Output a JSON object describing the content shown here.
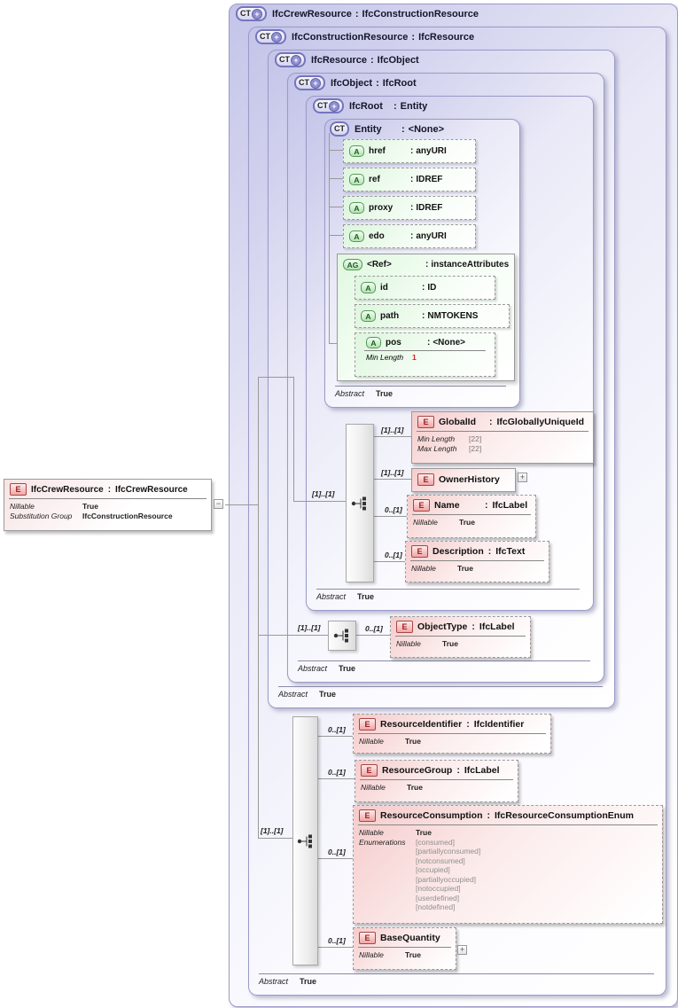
{
  "ui": {
    "colon": ":",
    "collapse": "−",
    "expand": "+"
  },
  "palette": {
    "box_purple": "#c4c4e9",
    "element_pink": "#f5cbcb",
    "attribute_green": "#ddf5dd",
    "required_red": "#cc2222",
    "connector_gray": "#999999"
  },
  "element_box": {
    "badge": "E",
    "name": "IfcCrewResource",
    "type": "IfcCrewResource",
    "rows": [
      {
        "label": "Nillable",
        "value": "True"
      },
      {
        "label": "Substitution Group",
        "value": "IfcConstructionResource"
      }
    ]
  },
  "levels": [
    {
      "badge": "CT",
      "name": "IfcCrewResource",
      "parent": "IfcConstructionResource"
    },
    {
      "badge": "CT",
      "name": "IfcConstructionResource",
      "parent": "IfcResource",
      "abstract_label": "Abstract",
      "abstract_value": "True"
    },
    {
      "badge": "CT",
      "name": "IfcResource",
      "parent": "IfcObject",
      "abstract_label": "Abstract",
      "abstract_value": "True"
    },
    {
      "badge": "CT",
      "name": "IfcObject",
      "parent": "IfcRoot",
      "abstract_label": "Abstract",
      "abstract_value": "True"
    },
    {
      "badge": "CT",
      "name": "IfcRoot",
      "parent": "Entity",
      "abstract_label": "Abstract",
      "abstract_value": "True"
    },
    {
      "badge": "CT",
      "name": "Entity",
      "parent": "<None>",
      "abstract_label": "Abstract",
      "abstract_value": "True"
    }
  ],
  "attributes": [
    {
      "badge": "A",
      "name": "href",
      "type": "anyURI"
    },
    {
      "badge": "A",
      "name": "ref",
      "type": "IDREF"
    },
    {
      "badge": "A",
      "name": "proxy",
      "type": "IDREF"
    },
    {
      "badge": "A",
      "name": "edo",
      "type": "anyURI"
    }
  ],
  "attr_group": {
    "badge": "AG",
    "name": "<Ref>",
    "type": "instanceAttributes",
    "attrs": [
      {
        "badge": "A",
        "name": "id",
        "type": "ID"
      },
      {
        "badge": "A",
        "name": "path",
        "type": "NMTOKENS"
      },
      {
        "badge": "A",
        "name": "pos",
        "type": "<None>",
        "minlen_label": "Min Length",
        "minlen_value": "1"
      }
    ]
  },
  "compositors": {
    "root": {
      "card": "[1]..[1]"
    },
    "object": {
      "card": "[1]..[1]"
    },
    "construction": {
      "card": "[1]..[1]"
    }
  },
  "globalid": {
    "badge": "E",
    "card": "[1]..[1]",
    "name": "GlobalId",
    "type": "IfcGloballyUniqueId",
    "rows": [
      {
        "label": "Min Length",
        "value": "[22]"
      },
      {
        "label": "Max Length",
        "value": "[22]"
      }
    ]
  },
  "ownerhistory": {
    "badge": "E",
    "card": "[1]..[1]",
    "name": "OwnerHistory"
  },
  "name_el": {
    "badge": "E",
    "card": "0..[1]",
    "name": "Name",
    "type": "IfcLabel",
    "nillable_label": "Nillable",
    "nillable_value": "True"
  },
  "description_el": {
    "badge": "E",
    "card": "0..[1]",
    "name": "Description",
    "type": "IfcText",
    "nillable_label": "Nillable",
    "nillable_value": "True"
  },
  "objecttype_el": {
    "badge": "E",
    "card": "0..[1]",
    "name": "ObjectType",
    "type": "IfcLabel",
    "nillable_label": "Nillable",
    "nillable_value": "True"
  },
  "resourceidentifier": {
    "badge": "E",
    "card": "0..[1]",
    "name": "ResourceIdentifier",
    "type": "IfcIdentifier",
    "nillable_label": "Nillable",
    "nillable_value": "True"
  },
  "resourcegroup": {
    "badge": "E",
    "card": "0..[1]",
    "name": "ResourceGroup",
    "type": "IfcLabel",
    "nillable_label": "Nillable",
    "nillable_value": "True"
  },
  "resourceconsumption": {
    "badge": "E",
    "card": "0..[1]",
    "name": "ResourceConsumption",
    "type": "IfcResourceConsumptionEnum",
    "nillable_label": "Nillable",
    "nillable_value": "True",
    "enum_label": "Enumerations",
    "enum_values": [
      "[consumed]",
      "[partiallyconsumed]",
      "[notconsumed]",
      "[occupied]",
      "[partiallyoccupied]",
      "[notoccupied]",
      "[userdefined]",
      "[notdefined]"
    ]
  },
  "basequantity": {
    "badge": "E",
    "card": "0..[1]",
    "name": "BaseQuantity",
    "nillable_label": "Nillable",
    "nillable_value": "True"
  }
}
